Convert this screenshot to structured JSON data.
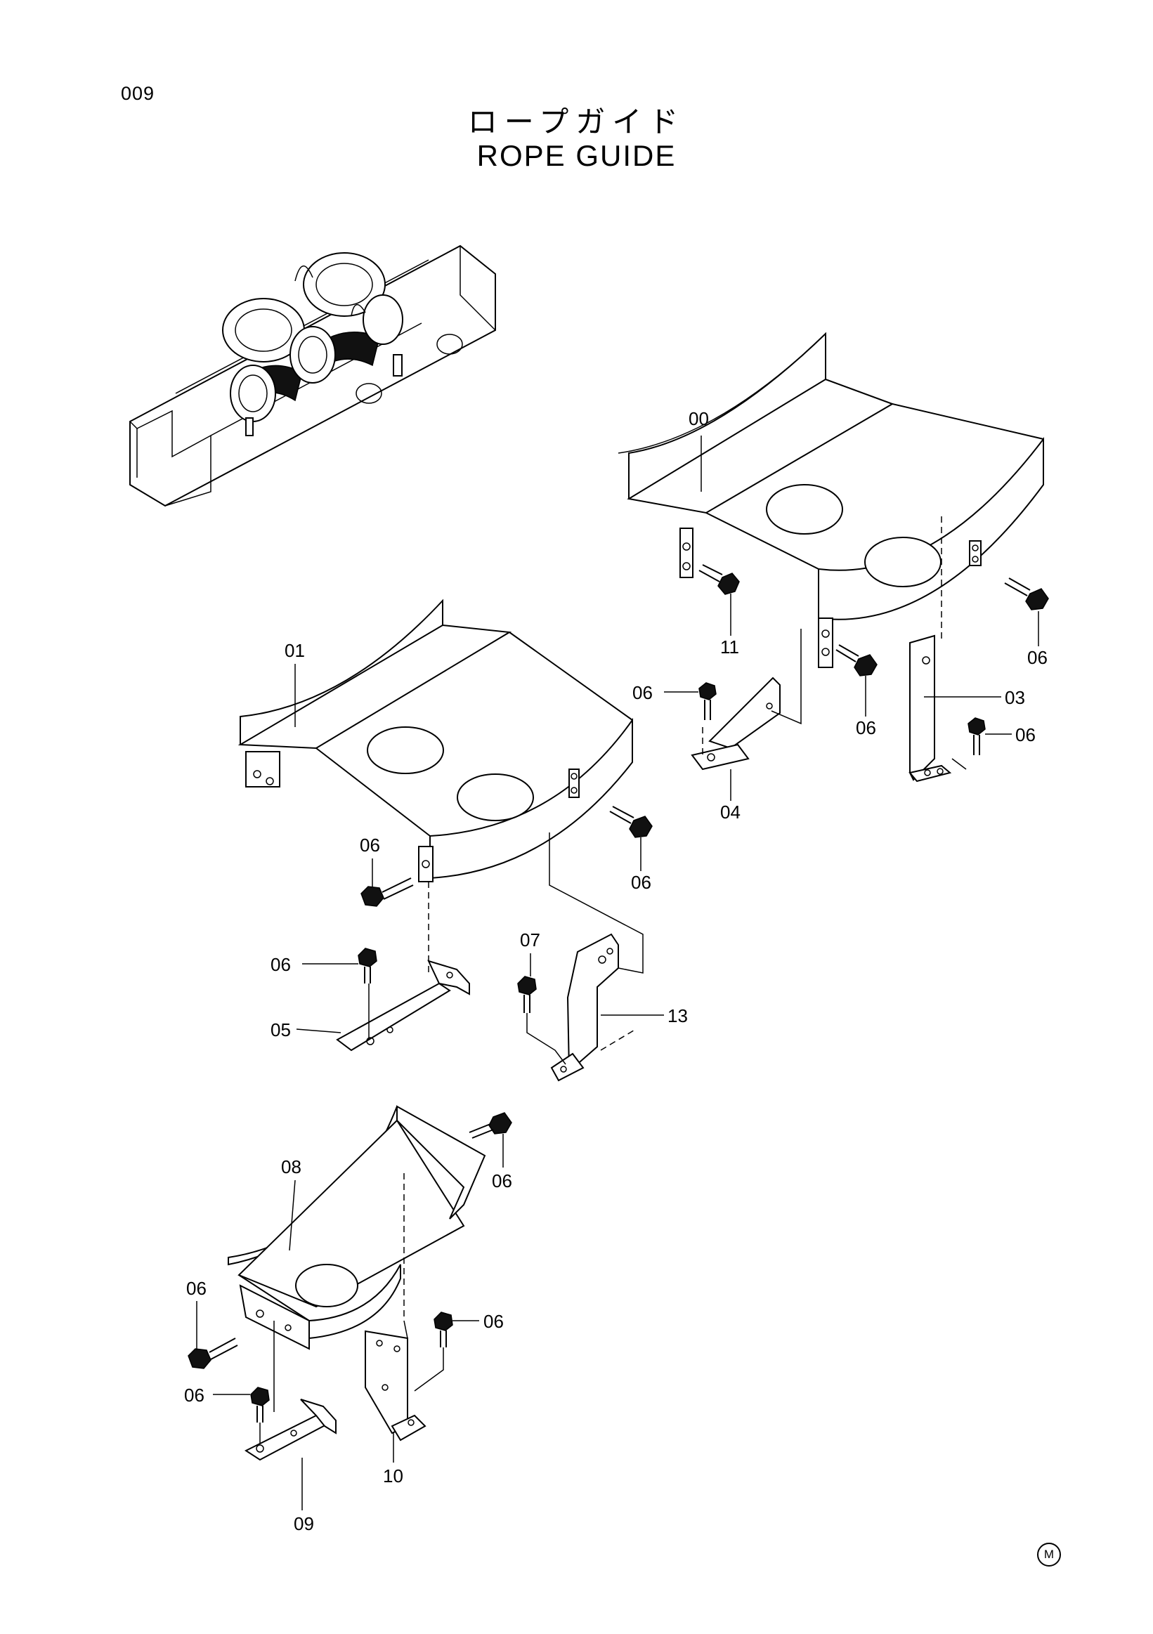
{
  "header": {
    "page_number": "009",
    "title_jp": "ロープガイド",
    "title_en": "ROPE GUIDE"
  },
  "footer": {
    "mark": "M"
  },
  "callouts": {
    "c00": "00",
    "c01": "01",
    "c03": "03",
    "c04": "04",
    "c05": "05",
    "c07": "07",
    "c08": "08",
    "c09": "09",
    "c10": "10",
    "c11": "11",
    "c13": "13",
    "c06a": "06",
    "c06b": "06",
    "c06c": "06",
    "c06d": "06",
    "c06e": "06",
    "c06f": "06",
    "c06g": "06",
    "c06h": "06",
    "c06i": "06",
    "c06j": "06",
    "c06k": "06"
  },
  "colors": {
    "line": "#000000",
    "background": "#ffffff"
  }
}
